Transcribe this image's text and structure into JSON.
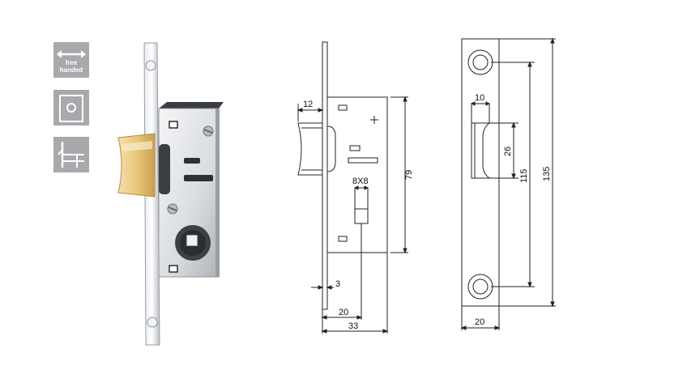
{
  "badges": {
    "free_handed": {
      "line1": "free",
      "line2": "handed",
      "icon": "double-arrow-icon"
    },
    "cylinder_icon": "square-plate-circle-icon",
    "backset_icon": "backset-profile-icon"
  },
  "dimensions": {
    "faceplate_width": "12",
    "keyhole": "8X8",
    "lock_body_height": "79",
    "faceplate_thickness": "3",
    "backset": "20",
    "overall_depth": "33",
    "strike_width_top": "10",
    "strike_slot_height": "26",
    "strike_hole_spacing": "115",
    "strike_length": "135",
    "strike_width": "20"
  },
  "colors": {
    "icon_bg": "#a7a9ac",
    "line": "#222222",
    "latch_brass": "#e8c77a",
    "chrome": "#cfd2d6"
  }
}
